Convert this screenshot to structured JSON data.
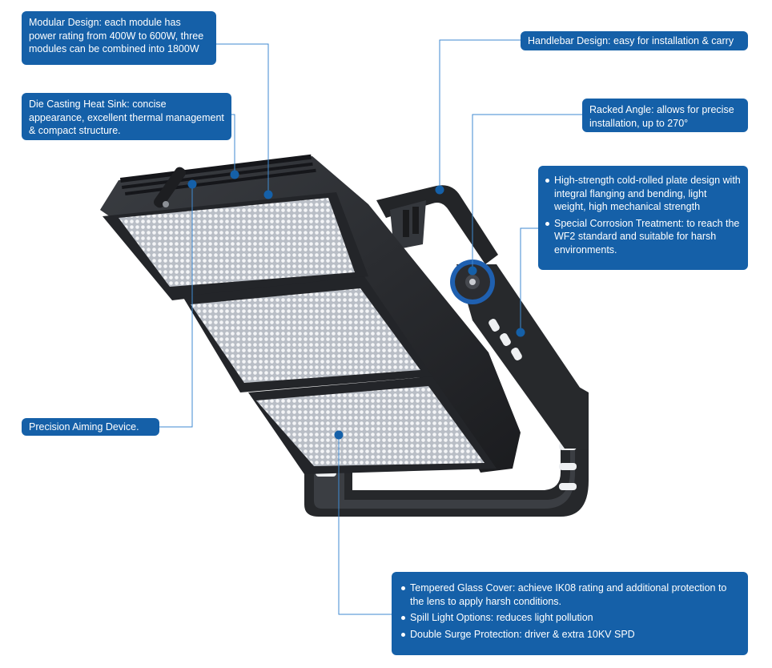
{
  "callouts": {
    "modular": "Modular Design: each module has power rating from 400W to 600W, three modules can be combined into 1800W",
    "heat_sink": "Die Casting Heat Sink: concise appearance, excellent thermal management & compact structure.",
    "handlebar": "Handlebar Design: easy for installation & carry",
    "racked_angle": "Racked Angle: allows for precise installation, up to 270°",
    "plate": [
      "High-strength cold-rolled plate design with integral flanging and bending, light weight, high mechanical strength",
      "Special Corrosion Treatment: to reach the WF2 standard and suitable for harsh environments."
    ],
    "aiming": "Precision Aiming Device.",
    "glass": [
      "Tempered Glass Cover: achieve IK08 rating and additional protection to the lens to apply harsh conditions.",
      "Spill Light Options: reduces light pollution",
      "Double Surge Protection: driver & extra 10KV SPD"
    ]
  },
  "colors": {
    "callout_bg": "#1560a8",
    "connector": "#3f8ad1",
    "housing": "#2a2c30",
    "led_panel": "#d8dbe0"
  }
}
